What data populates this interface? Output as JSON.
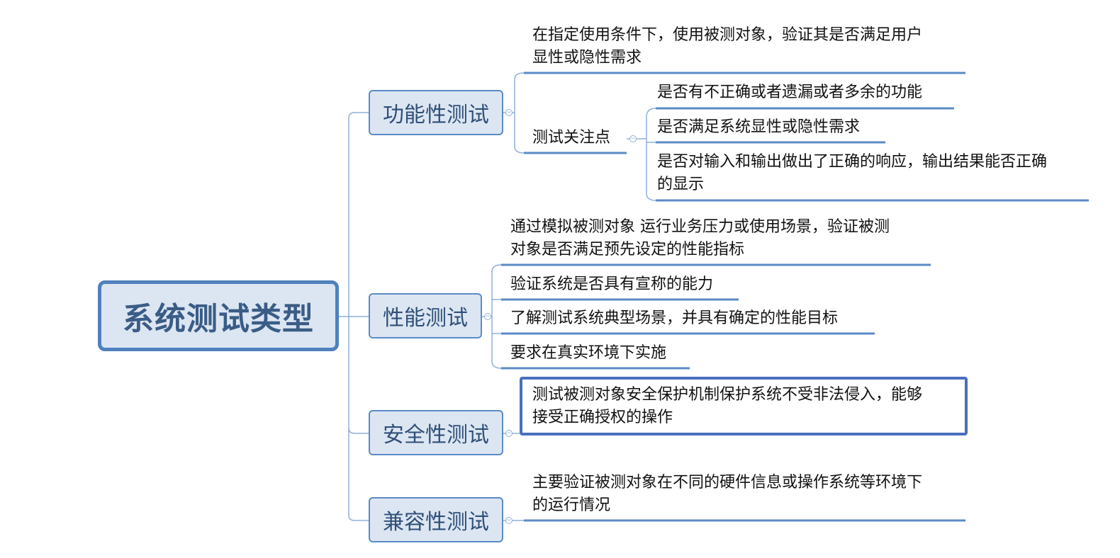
{
  "root": {
    "label": "系统测试类型"
  },
  "branches": [
    {
      "label": "功能性测试",
      "items": [
        {
          "lines": [
            "在指定使用条件下，使用被测对象，验证其是否满足用户",
            "显性或隐性需求"
          ]
        },
        {
          "label": "测试关注点",
          "children": [
            {
              "lines": [
                "是否有不正确或者遗漏或者多余的功能"
              ]
            },
            {
              "lines": [
                "是否满足系统显性或隐性需求"
              ]
            },
            {
              "lines": [
                "是否对输入和输出做出了正确的响应，输出结果能否正确",
                "的显示"
              ]
            }
          ]
        }
      ]
    },
    {
      "label": "性能测试",
      "items": [
        {
          "lines": [
            "通过模拟被测对象 运行业务压力或使用场景，验证被测",
            "对象是否满足预先设定的性能指标"
          ]
        },
        {
          "lines": [
            "验证系统是否具有宣称的能力"
          ]
        },
        {
          "lines": [
            "了解测试系统典型场景，并具有确定的性能目标"
          ]
        },
        {
          "lines": [
            "要求在真实环境下实施"
          ]
        }
      ]
    },
    {
      "label": "安全性测试",
      "items": [
        {
          "lines": [
            "测试被测对象安全保护机制保护系统不受非法侵入，能够",
            "接受正确授权的操作"
          ]
        }
      ]
    },
    {
      "label": "兼容性测试",
      "items": [
        {
          "lines": [
            "主要验证被测对象在不同的硬件信息或操作系统等环境下",
            "的运行情况"
          ]
        }
      ]
    }
  ],
  "toggle_symbol": "−",
  "colors": {
    "connector": "#8fb0d9",
    "underline": "#5b8bc7",
    "node_fill": "#dce6f2",
    "node_border": "#5b8bc7",
    "root_border": "#4f81bd",
    "root_text": "#3a5c86"
  }
}
